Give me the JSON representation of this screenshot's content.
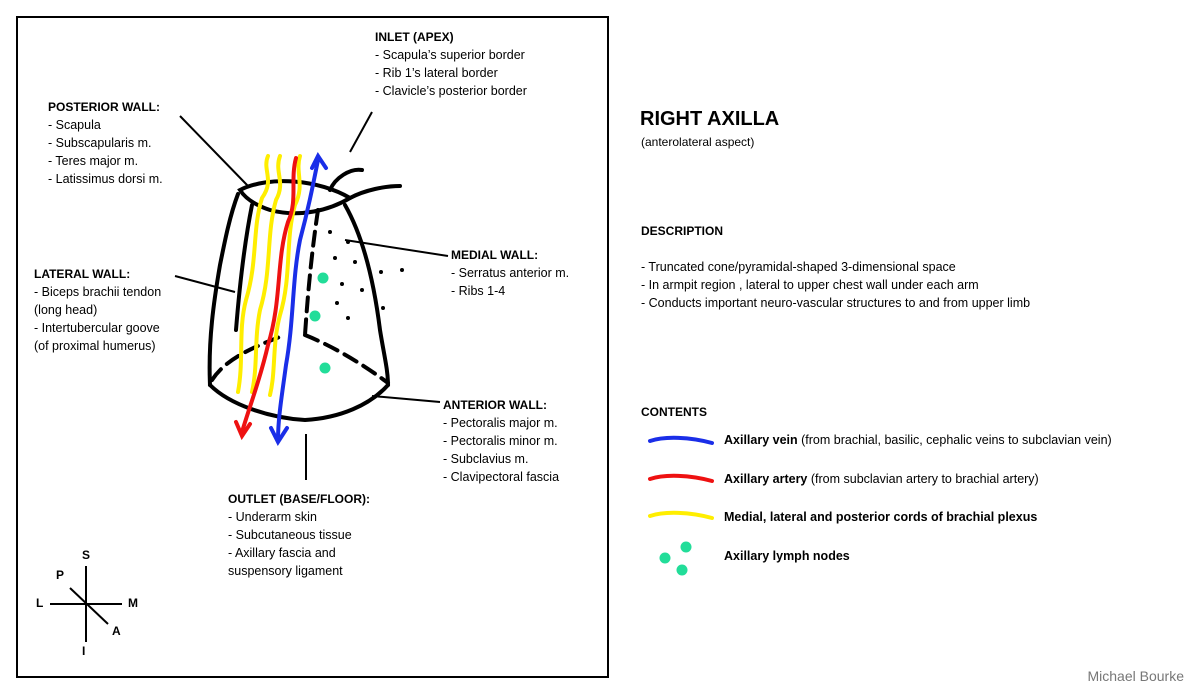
{
  "title": "RIGHT AXILLA",
  "subtitle": "(anterolateral aspect)",
  "walls": {
    "inlet": {
      "heading": "INLET (APEX)",
      "items": [
        "- Scapula’s superior border",
        "- Rib 1’s lateral border",
        "- Clavicle’s posterior border"
      ]
    },
    "posterior": {
      "heading": "POSTERIOR WALL:",
      "items": [
        "- Scapula",
        "- Subscapularis m.",
        "- Teres major m.",
        "- Latissimus dorsi m."
      ]
    },
    "lateral": {
      "heading": "LATERAL WALL:",
      "items": [
        "- Biceps brachii tendon",
        "(long head)",
        "- Intertubercular goove",
        "(of proximal humerus)"
      ]
    },
    "medial": {
      "heading": "MEDIAL WALL:",
      "items": [
        "- Serratus anterior m.",
        "- Ribs 1-4"
      ]
    },
    "anterior": {
      "heading": "ANTERIOR WALL:",
      "items": [
        "- Pectoralis major m.",
        "- Pectoralis minor m.",
        "- Subclavius m.",
        "- Clavipectoral fascia"
      ]
    },
    "outlet": {
      "heading": "OUTLET (BASE/FLOOR):",
      "items": [
        "- Underarm skin",
        "- Subcutaneous tissue",
        "- Axillary fascia and",
        "suspensory ligament"
      ]
    }
  },
  "description": {
    "heading": "DESCRIPTION",
    "items": [
      "- Truncated cone/pyramidal-shaped 3-dimensional space",
      "- In armpit region , lateral to upper chest wall under each arm",
      "- Conducts important neuro-vascular structures to and from upper limb"
    ]
  },
  "contents": {
    "heading": "CONTENTS",
    "items": [
      {
        "bold": "Axillary vein",
        "rest": " (from brachial, basilic, cephalic veins to subclavian vein)",
        "color": "#1a2ee8",
        "icon": "blue-line"
      },
      {
        "bold": "Axillary artery",
        "rest": " (from subclavian artery to brachial artery)",
        "color": "#ee1111",
        "icon": "red-line"
      },
      {
        "bold": "Medial, lateral and posterior cords of brachial plexus",
        "rest": "",
        "color": "#ffee00",
        "icon": "yellow-line"
      },
      {
        "bold": "Axillary lymph nodes",
        "rest": "",
        "color": "#22dd99",
        "icon": "green-dots"
      }
    ]
  },
  "compass": {
    "s": "S",
    "i": "I",
    "l": "L",
    "m": "M",
    "p": "P",
    "a": "A"
  },
  "author": "Michael Bourke",
  "colors": {
    "vein": "#1a2ee8",
    "artery": "#ee1111",
    "plexus": "#ffee00",
    "nodes": "#22dd99"
  }
}
